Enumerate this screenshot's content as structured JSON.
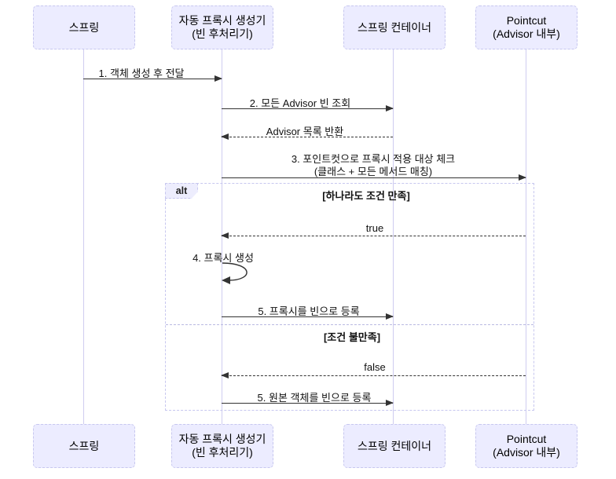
{
  "diagram": {
    "type": "sequence",
    "participants": [
      {
        "label": "스프링",
        "sub": ""
      },
      {
        "label": "자동 프록시 생성기",
        "sub": "(빈 후처리기)"
      },
      {
        "label": "스프링 컨테이너",
        "sub": ""
      },
      {
        "label": "Pointcut",
        "sub": "(Advisor 내부)"
      }
    ],
    "messages": {
      "m1": "1. 객체 생성 후 전달",
      "m2": "2. 모든 Advisor 빈 조회",
      "r1": "Advisor 목록 반환",
      "m3_line1": "3. 포인트컷으로 프록시 적용 대상 체크",
      "m3_line2": "(클래스 + 모든 메서드 매칭)",
      "true_reply": "true",
      "m4": "4. 프록시 생성",
      "m5": "5. 프록시를 빈으로 등록",
      "false_reply": "false",
      "m6": "5. 원본 객체를 빈으로 등록"
    },
    "alt": {
      "label": "alt",
      "condition1": "[하나라도 조건 만족]",
      "condition2": "[조건 불만족]"
    },
    "colors": {
      "participant_fill": "#ECECFF",
      "participant_border": "#C7C7EF",
      "lifeline": "#CFCCF0",
      "arrow": "#333333",
      "frame_border": "#C7C7EF"
    }
  }
}
